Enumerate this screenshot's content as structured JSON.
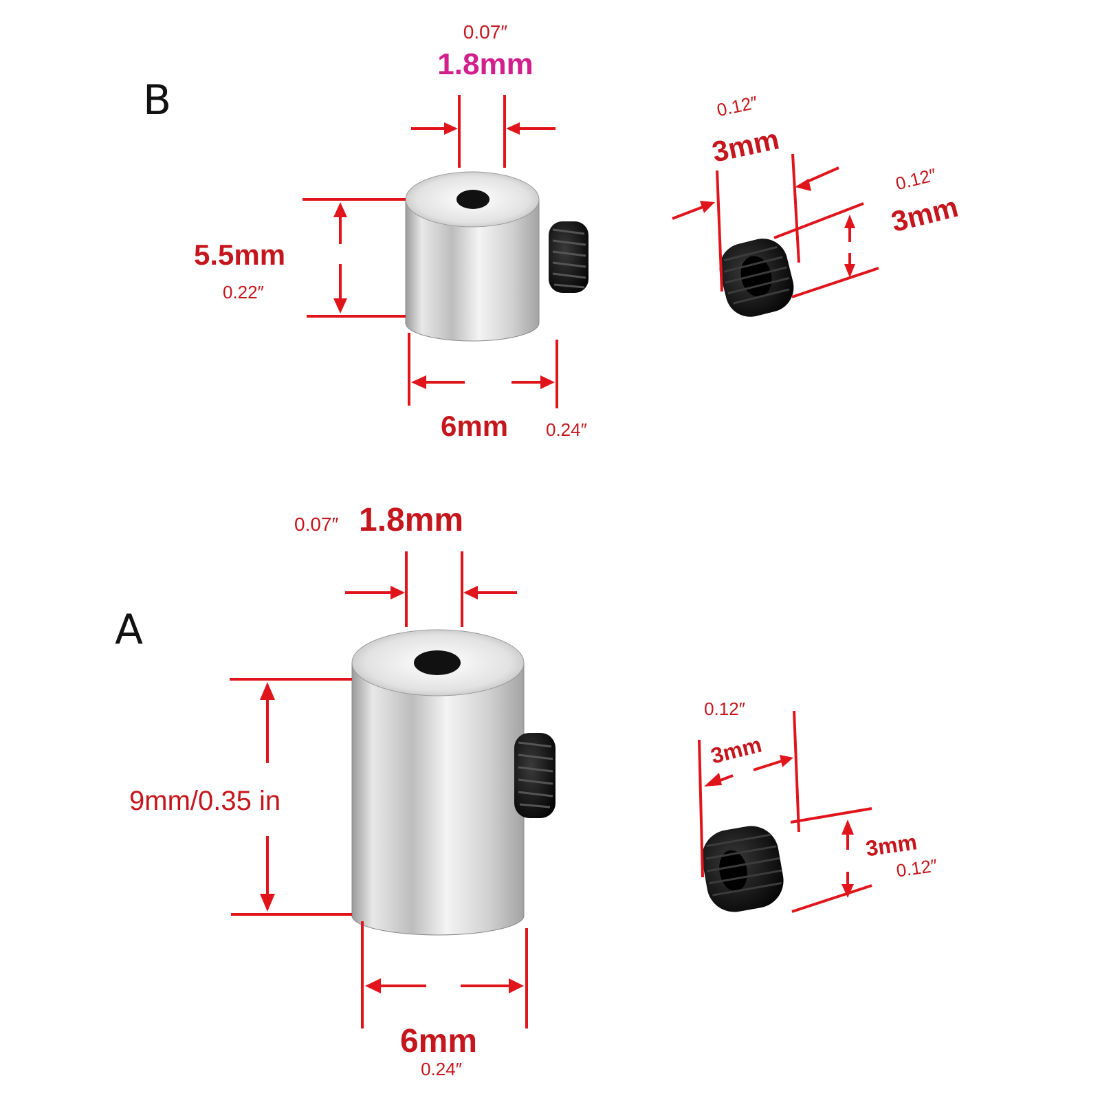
{
  "diagram_b": {
    "letter": "B",
    "bore_in": "0.07″",
    "bore_mm": "1.8mm",
    "height_mm": "5.5mm",
    "height_in": "0.22″",
    "width_mm": "6mm",
    "width_in": "0.24″",
    "screw_width_in": "0.12″",
    "screw_width_mm": "3mm",
    "screw_height_in": "0.12″",
    "screw_height_mm": "3mm"
  },
  "diagram_a": {
    "letter": "A",
    "bore_in": "0.07″",
    "bore_mm": "1.8mm",
    "height_label": "9mm/0.35 in",
    "width_mm": "6mm",
    "width_in": "0.24″",
    "screw_width_in": "0.12″",
    "screw_width_mm": "3mm",
    "screw_height_mm": "3mm",
    "screw_height_in": "0.12″"
  },
  "colors": {
    "dimension_red": "#e0141b",
    "label_red": "#c4161c",
    "label_pink": "#d1208b",
    "metal": "#d9d9d9",
    "screw": "#111111"
  }
}
